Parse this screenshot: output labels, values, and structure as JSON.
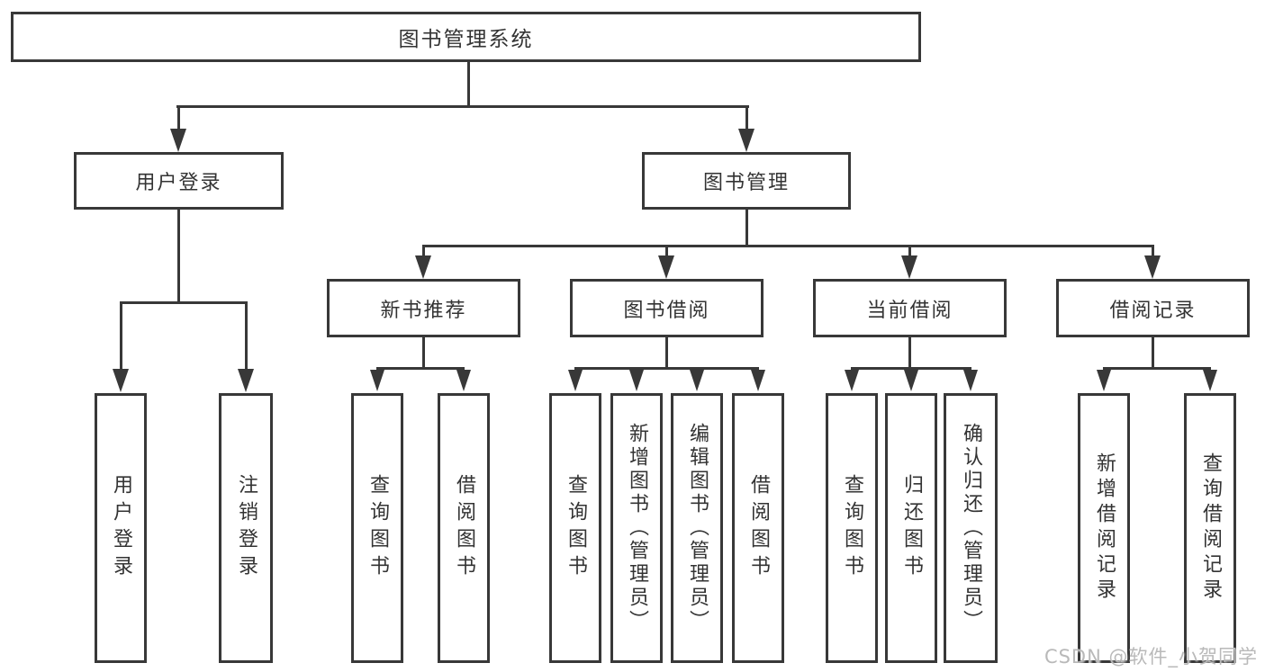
{
  "diagram": {
    "type": "hierarchy-tree",
    "root": "图书管理系统",
    "branches": [
      {
        "label": "用户登录",
        "children": [
          "用户登录",
          "注销登录"
        ]
      },
      {
        "label": "图书管理",
        "sub": [
          {
            "label": "新书推荐",
            "children": [
              "查询图书",
              "借阅图书"
            ]
          },
          {
            "label": "图书借阅",
            "children": [
              "查询图书",
              "新增图书（管理员）",
              "编辑图书（管理员）",
              "借阅图书"
            ]
          },
          {
            "label": "当前借阅",
            "children": [
              "查询图书",
              "归还图书",
              "确认归还（管理员）"
            ]
          },
          {
            "label": "借阅记录",
            "children": [
              "新增借阅记录",
              "查询借阅记录"
            ]
          }
        ]
      }
    ],
    "watermark": "CSDN @软件_小贺同学",
    "colors": {
      "line": "#383838",
      "text": "#333333",
      "watermark": "#b9b9b9",
      "background": "#ffffff"
    }
  }
}
